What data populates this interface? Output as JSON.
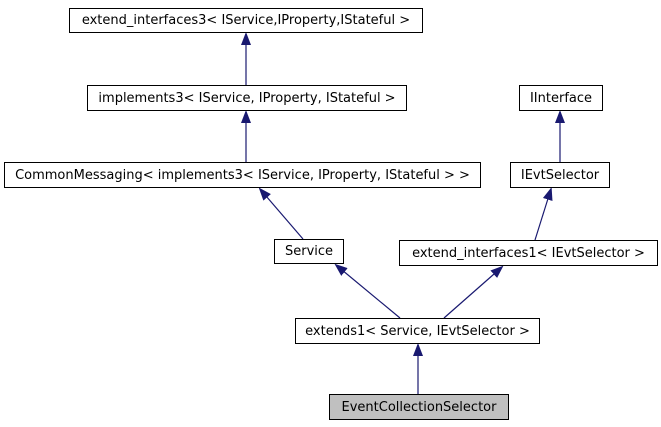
{
  "diagram": {
    "kind": "class-inheritance-graph",
    "colors": {
      "background": "#ffffff",
      "node_fill": "#ffffff",
      "node_border": "#000000",
      "selected_node_fill": "#c0c0c0",
      "edge": "#191970",
      "text": "#000000"
    },
    "nodes": [
      {
        "id": "extend_interfaces3",
        "label": "extend_interfaces3< IService,IProperty,IStateful >",
        "selected": false
      },
      {
        "id": "implements3",
        "label": "implements3< IService, IProperty, IStateful >",
        "selected": false
      },
      {
        "id": "CommonMessaging",
        "label": "CommonMessaging< implements3< IService, IProperty, IStateful > >",
        "selected": false
      },
      {
        "id": "IInterface",
        "label": "IInterface",
        "selected": false
      },
      {
        "id": "IEvtSelector",
        "label": "IEvtSelector",
        "selected": false
      },
      {
        "id": "Service",
        "label": "Service",
        "selected": false
      },
      {
        "id": "extend_interfaces1",
        "label": "extend_interfaces1< IEvtSelector >",
        "selected": false
      },
      {
        "id": "extends1",
        "label": "extends1< Service, IEvtSelector >",
        "selected": false
      },
      {
        "id": "EventCollectionSelector",
        "label": "EventCollectionSelector",
        "selected": true
      }
    ],
    "edges": [
      {
        "from": "implements3",
        "to": "extend_interfaces3",
        "relation": "inherits"
      },
      {
        "from": "CommonMessaging",
        "to": "implements3",
        "relation": "inherits"
      },
      {
        "from": "Service",
        "to": "CommonMessaging",
        "relation": "inherits"
      },
      {
        "from": "IEvtSelector",
        "to": "IInterface",
        "relation": "inherits"
      },
      {
        "from": "extend_interfaces1",
        "to": "IEvtSelector",
        "relation": "inherits"
      },
      {
        "from": "extends1",
        "to": "Service",
        "relation": "inherits"
      },
      {
        "from": "extends1",
        "to": "extend_interfaces1",
        "relation": "inherits"
      },
      {
        "from": "EventCollectionSelector",
        "to": "extends1",
        "relation": "inherits"
      }
    ]
  }
}
